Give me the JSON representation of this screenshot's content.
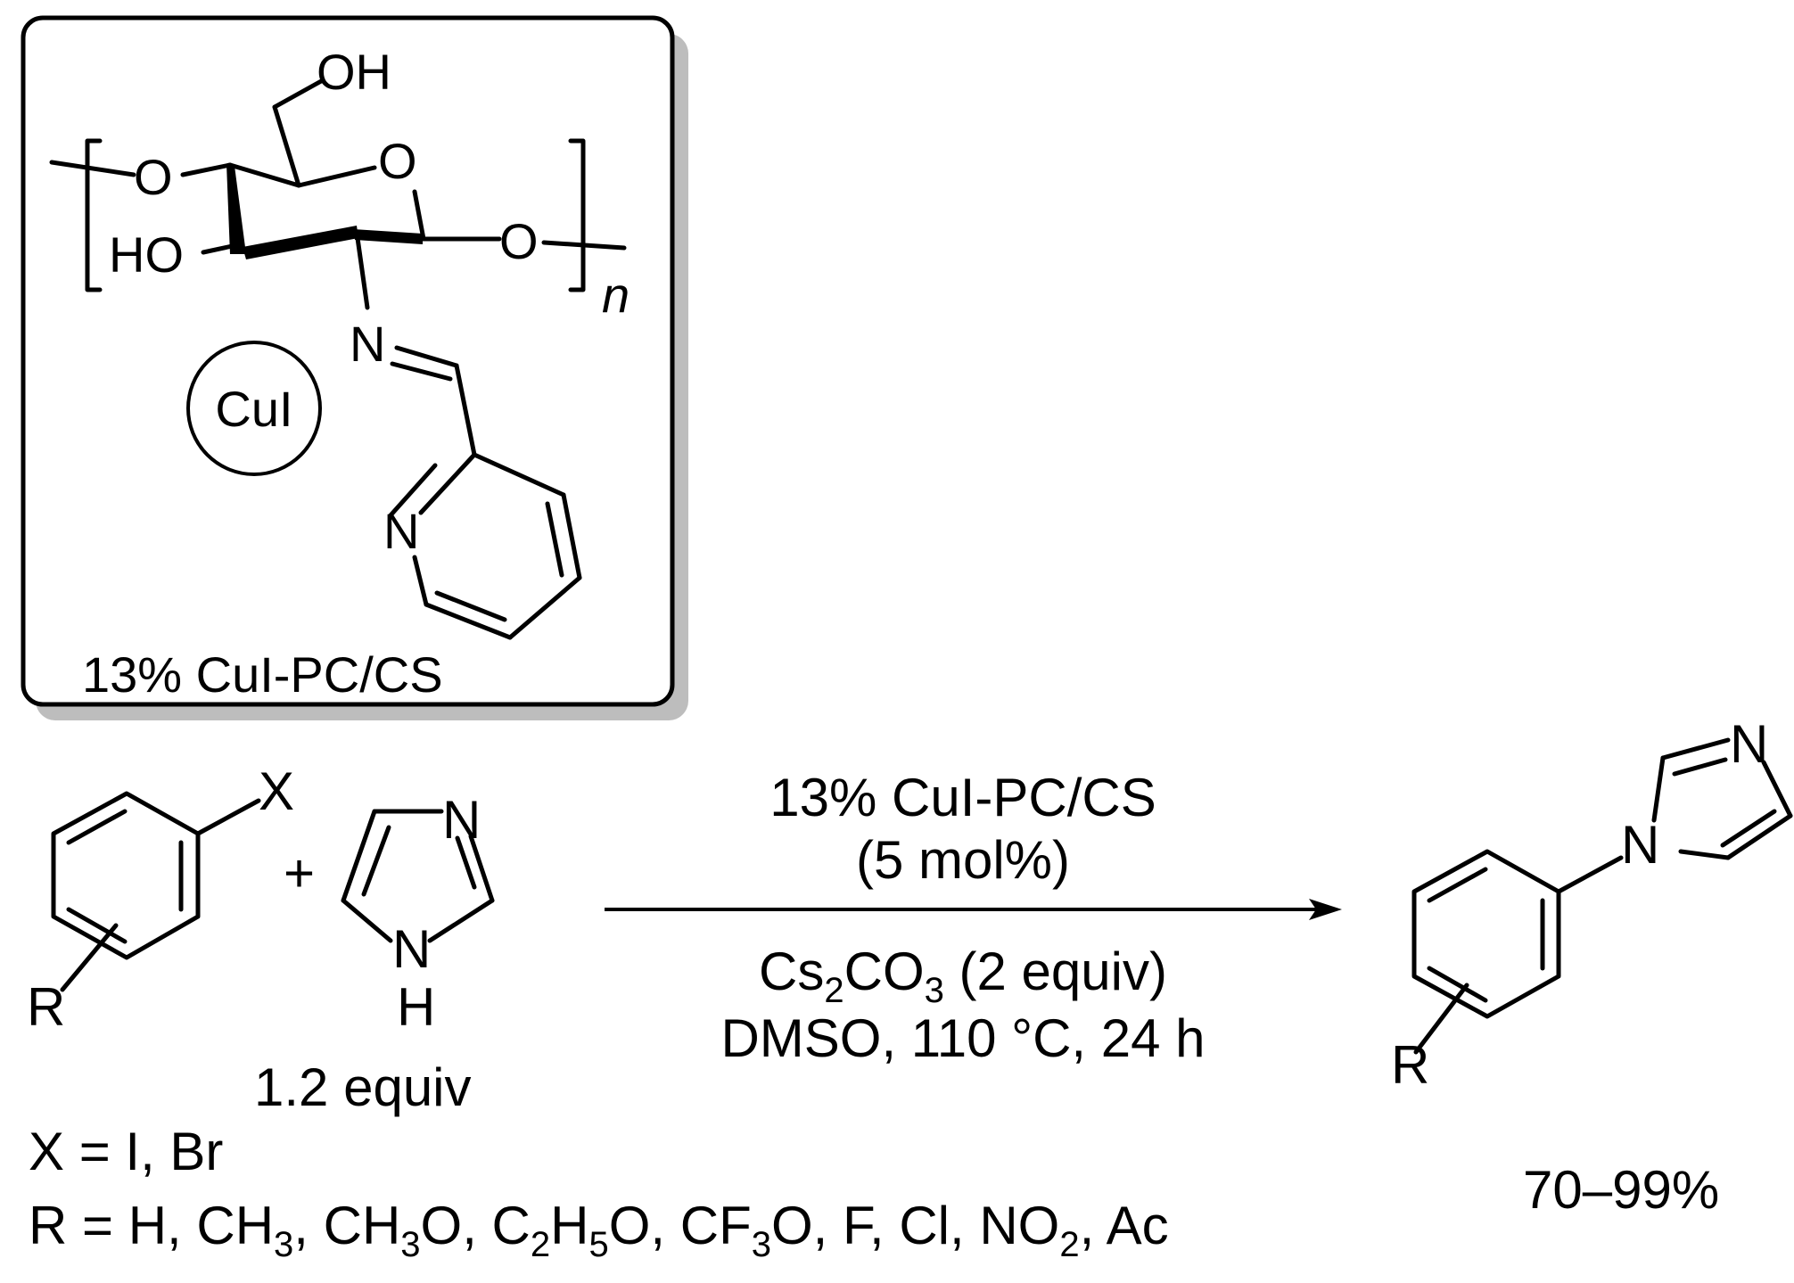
{
  "catalyst_box": {
    "title": "13% CuI-PC/CS",
    "copper_label": "CuI",
    "atoms": {
      "oh_top": "OH",
      "o_left": "O",
      "o_ring": "O",
      "o_right": "O",
      "ho": "HO",
      "n_imine": "N",
      "n_pyridine": "N",
      "repeat_n": "n"
    }
  },
  "reactant_aryl": {
    "x_label": "X",
    "r_label": "R"
  },
  "plus_sign": "+",
  "imidazole": {
    "n_top": "N",
    "n_bottom": "N",
    "h_bottom": "H",
    "equiv": "1.2 equiv"
  },
  "conditions": {
    "catalyst": "13% CuI-PC/CS",
    "loading": "(5 mol%)",
    "base_prefix": "Cs",
    "base_sub1": "2",
    "base_mid": "CO",
    "base_sub2": "3",
    "base_suffix": " (2 equiv)",
    "solvent_temp_time": "DMSO, 110 °C, 24 h"
  },
  "product": {
    "n_top": "N",
    "n_link": "N",
    "r_label": "R",
    "yield": "70–99%"
  },
  "substituents": {
    "x_line": "X = I, Br",
    "r_prefix": "R = H, CH",
    "r_s1": "3",
    "r_t1": ", CH",
    "r_s2": "3",
    "r_t2": "O, C",
    "r_s3": "2",
    "r_t3": "H",
    "r_s4": "5",
    "r_t4": "O, CF",
    "r_s5": "3",
    "r_t5": "O, F, Cl, NO",
    "r_s6": "2",
    "r_t6": ", Ac"
  }
}
